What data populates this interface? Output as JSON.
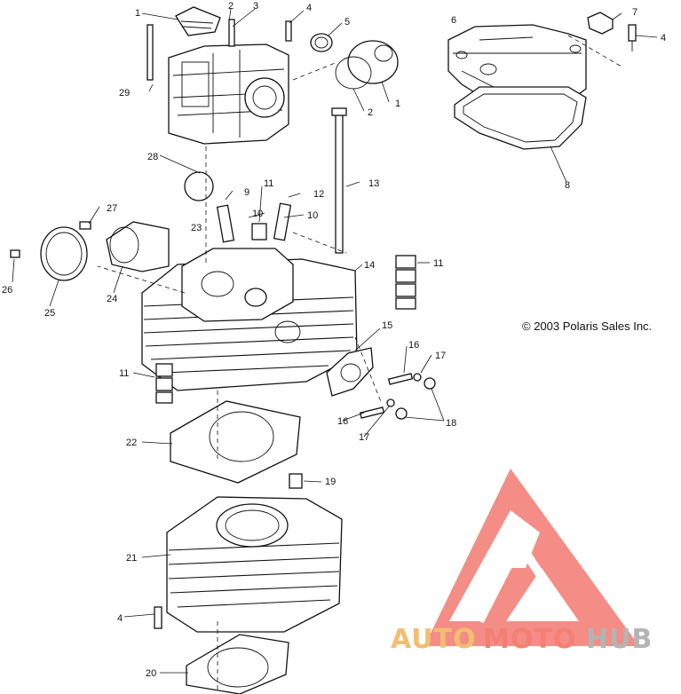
{
  "copyright": "© 2003 Polaris Sales Inc.",
  "watermark": {
    "auto": "AUTO",
    "moto": "MOTO",
    "hub": "HUB",
    "colors": {
      "logo": "#f27a72",
      "auto": "#f2b35a",
      "moto": "#f26b5a",
      "hub": "#a8a8a8"
    }
  },
  "callouts": [
    {
      "id": "c1a",
      "label": "1"
    },
    {
      "id": "c2a",
      "label": "2"
    },
    {
      "id": "c3",
      "label": "3"
    },
    {
      "id": "c4a",
      "label": "4"
    },
    {
      "id": "c5",
      "label": "5"
    },
    {
      "id": "c1b",
      "label": "1"
    },
    {
      "id": "c2b",
      "label": "2"
    },
    {
      "id": "c6",
      "label": "6"
    },
    {
      "id": "c7",
      "label": "7"
    },
    {
      "id": "c4b",
      "label": "4"
    },
    {
      "id": "c8",
      "label": "8"
    },
    {
      "id": "c29",
      "label": "29"
    },
    {
      "id": "c28",
      "label": "28"
    },
    {
      "id": "c23",
      "label": "23"
    },
    {
      "id": "c9",
      "label": "9"
    },
    {
      "id": "c11a",
      "label": "11"
    },
    {
      "id": "c12",
      "label": "12"
    },
    {
      "id": "c13",
      "label": "13"
    },
    {
      "id": "c10a",
      "label": "10"
    },
    {
      "id": "c10b",
      "label": "10"
    },
    {
      "id": "c27",
      "label": "27"
    },
    {
      "id": "c11b",
      "label": "11"
    },
    {
      "id": "c14",
      "label": "14"
    },
    {
      "id": "c26",
      "label": "26"
    },
    {
      "id": "c24",
      "label": "24"
    },
    {
      "id": "c25",
      "label": "25"
    },
    {
      "id": "c15",
      "label": "15"
    },
    {
      "id": "c16a",
      "label": "16"
    },
    {
      "id": "c17a",
      "label": "17"
    },
    {
      "id": "c11c",
      "label": "11"
    },
    {
      "id": "c16b",
      "label": "16"
    },
    {
      "id": "c17b",
      "label": "17"
    },
    {
      "id": "c18",
      "label": "18"
    },
    {
      "id": "c22",
      "label": "22"
    },
    {
      "id": "c19",
      "label": "19"
    },
    {
      "id": "c21",
      "label": "21"
    },
    {
      "id": "c4c",
      "label": "4"
    },
    {
      "id": "c20",
      "label": "20"
    }
  ]
}
